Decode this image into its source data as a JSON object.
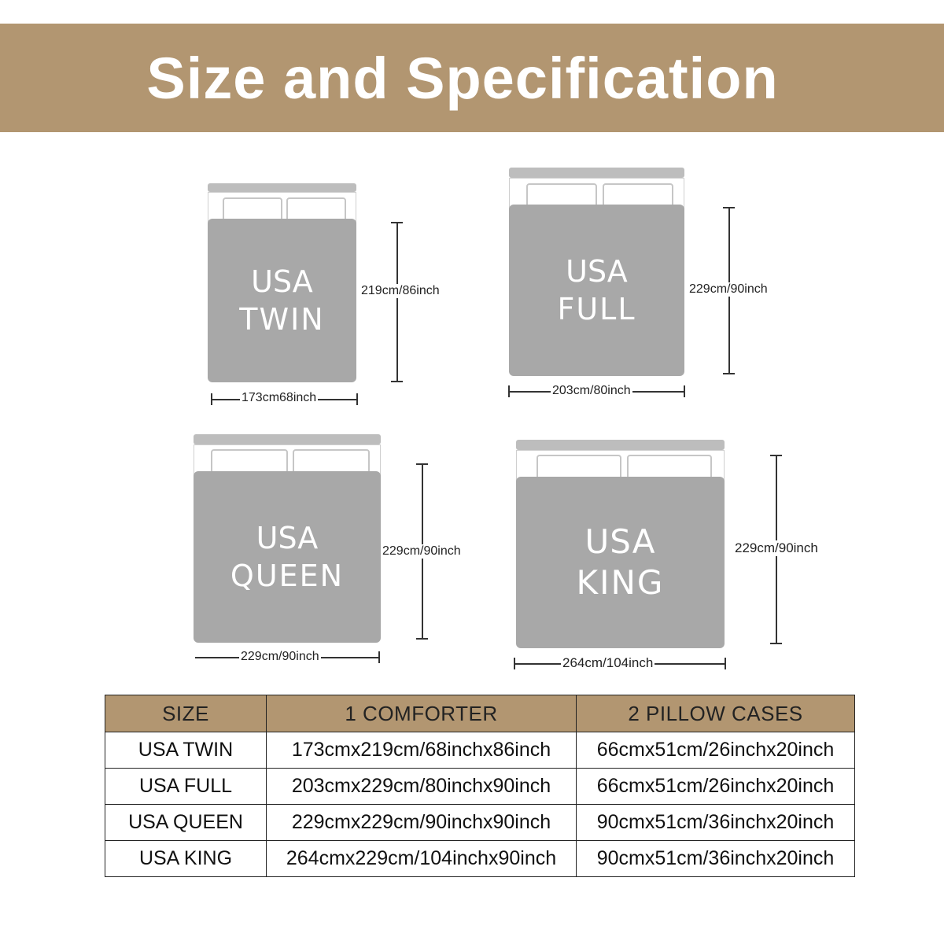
{
  "title": "Size and Specification",
  "beds": [
    {
      "line1": "USA",
      "line2": "TWIN",
      "height_label": "219cm/86inch",
      "width_label": "173cm68inch"
    },
    {
      "line1": "USA",
      "line2": "FULL",
      "height_label": "229cm/90inch",
      "width_label": "203cm/80inch"
    },
    {
      "line1": "USA",
      "line2": "QUEEN",
      "height_label": "229cm/90inch",
      "width_label": "229cm/90inch"
    },
    {
      "line1": "USA",
      "line2": "KING",
      "height_label": "229cm/90inch",
      "width_label": "264cm/104inch"
    }
  ],
  "table": {
    "headers": [
      "SIZE",
      "1 COMFORTER",
      "2 PILLOW CASES"
    ],
    "rows": [
      [
        "USA TWIN",
        "173cmx219cm/68inchx86inch",
        "66cmx51cm/26inchx20inch"
      ],
      [
        "USA FULL",
        "203cmx229cm/80inchx90inch",
        "66cmx51cm/26inchx20inch"
      ],
      [
        "USA QUEEN",
        "229cmx229cm/90inchx90inch",
        "90cmx51cm/36inchx20inch"
      ],
      [
        "USA KING",
        "264cmx229cm/104inchx90inch",
        "90cmx51cm/36inchx20inch"
      ]
    ]
  },
  "colors": {
    "banner": "#b29671",
    "blanket": "#a8a8a8",
    "headboard": "#bdbdbd"
  }
}
